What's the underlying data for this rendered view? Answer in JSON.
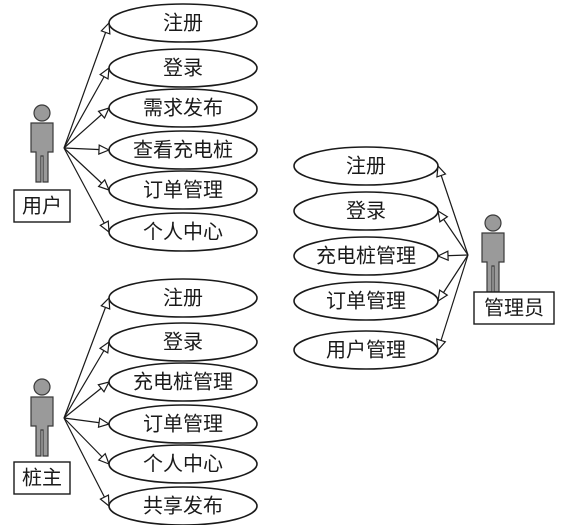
{
  "actors": [
    {
      "id": "user",
      "name": "用户",
      "use_cases": [
        "注册",
        "登录",
        "需求发布",
        "查看充电桩",
        "订单管理",
        "个人中心"
      ]
    },
    {
      "id": "pile-owner",
      "name": "桩主",
      "use_cases": [
        "注册",
        "登录",
        "充电桩管理",
        "订单管理",
        "个人中心",
        "共享发布"
      ]
    },
    {
      "id": "admin",
      "name": "管理员",
      "use_cases": [
        "注册",
        "登录",
        "充电桩管理",
        "订单管理",
        "用户管理"
      ]
    }
  ],
  "colors": {
    "actor_fill": "#9a9a9a",
    "line": "#1a1a1a",
    "background": "#ffffff"
  }
}
